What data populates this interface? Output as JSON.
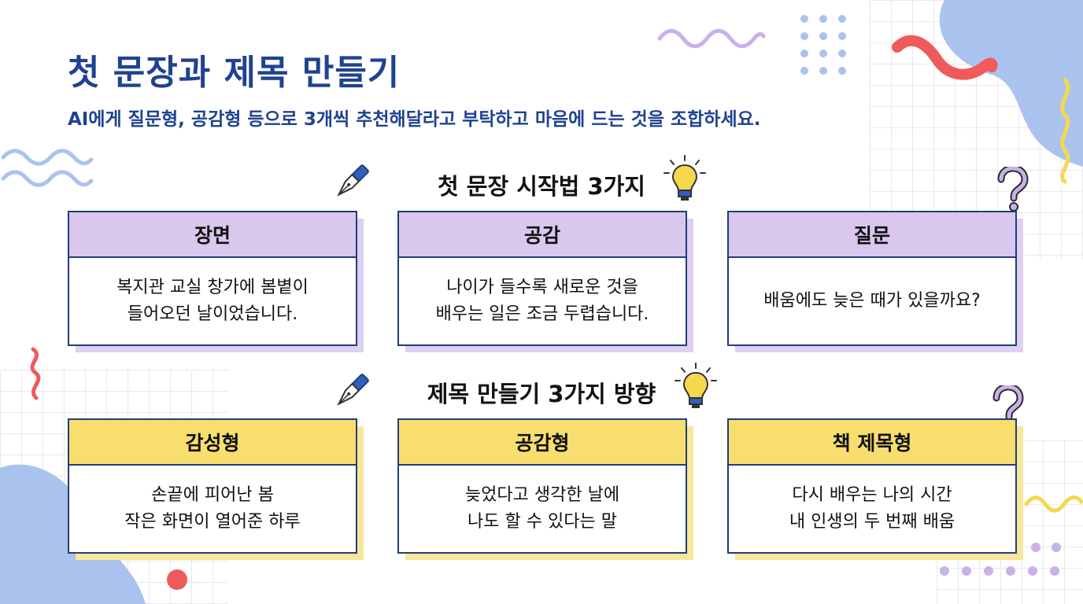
{
  "header": {
    "title": "첫 문장과 제목 만들기",
    "subtitle": "AI에게 질문형, 공감형 등으로 3개씩 추천해달라고 부탁하고 마음에 드는 것을 조합하세요."
  },
  "sections": [
    {
      "title": "첫 문장 시작법 3가지",
      "cards": [
        {
          "label": "장면",
          "lines": [
            "복지관 교실 창가에 봄볕이",
            "들어오던 날이었습니다."
          ]
        },
        {
          "label": "공감",
          "lines": [
            "나이가 들수록 새로운 것을",
            "배우는 일은 조금 두렵습니다."
          ]
        },
        {
          "label": "질문",
          "lines": [
            "배움에도 늦은 때가 있을까요?"
          ]
        }
      ]
    },
    {
      "title": "제목 만들기 3가지 방향",
      "cards": [
        {
          "label": "감성형",
          "lines": [
            "손끝에 피어난 봄",
            "작은 화면이 열어준 하루"
          ]
        },
        {
          "label": "공감형",
          "lines": [
            "늦었다고 생각한 날에",
            "나도 할 수 있다는 말"
          ]
        },
        {
          "label": "책 제목형",
          "lines": [
            "다시 배우는 나의 시간",
            "내 인생의 두 번째 배움"
          ]
        }
      ]
    }
  ],
  "colors": {
    "title": "#1f4291",
    "purple_header": "#d9c7ee",
    "yellow_header": "#f7de6f",
    "border": "#1f3d7a"
  },
  "icons": [
    "fountain-pen-icon",
    "lightbulb-icon",
    "question-mark-icon"
  ]
}
